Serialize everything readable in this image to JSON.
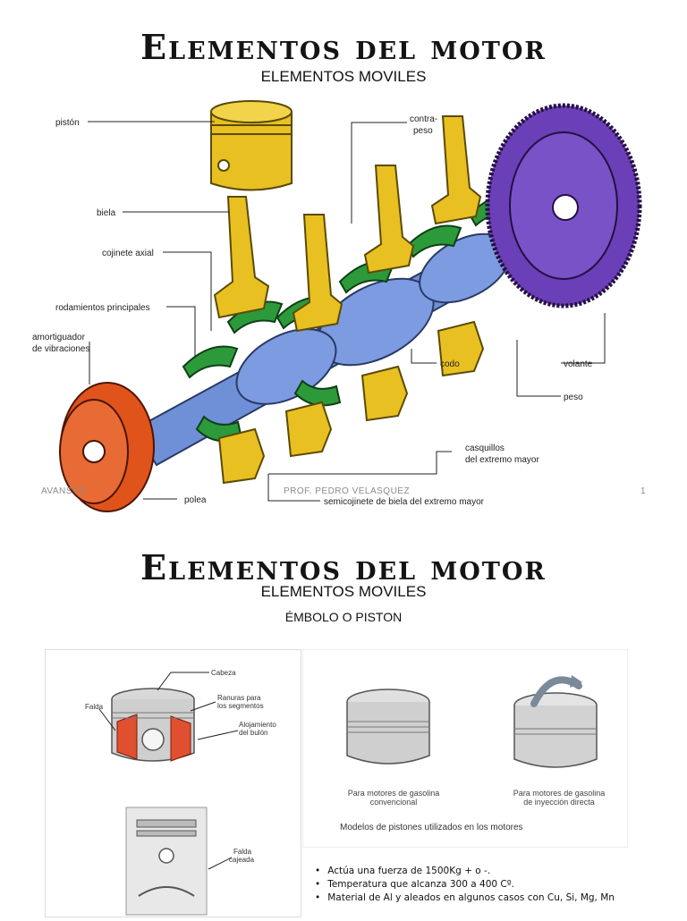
{
  "slide1": {
    "title": "Elementos del motor",
    "subtitle": "ELEMENTOS MOVILES",
    "labels": {
      "piston": "pistón",
      "biela": "biela",
      "cojinete_axial": "cojinete axial",
      "rodamientos": "rodamientos principales",
      "amortiguador_1": "amortiguador",
      "amortiguador_2": "de vibraciones",
      "contrapeso_1": "contra-",
      "contrapeso_2": "peso",
      "codo": "codo",
      "volante": "volante",
      "peso": "peso",
      "casquillos_1": "casquillos",
      "casquillos_2": "del extremo mayor",
      "polea": "polea",
      "semicojinete": "semicojinete de biela del extremo mayor"
    },
    "footer": {
      "left": "AVANSYS",
      "center": "PROF. PEDRO VELASQUEZ",
      "page": "1"
    },
    "colors": {
      "piston": "#e8c021",
      "crankshaft": "#6f8fd6",
      "bearings": "#2c9a3a",
      "pulley": "#e0531b",
      "flywheel": "#6a3fb8"
    }
  },
  "slide2": {
    "title": "Elementos del motor",
    "subtitle": "ELEMENTOS MOVILES",
    "heading": "ÉMBOLO O PISTON",
    "labels": {
      "cabeza": "Cabeza",
      "ranuras_1": "Ranuras para",
      "ranuras_2": "los segmentos",
      "alojamiento_1": "Alojamiento",
      "alojamiento_2": "del bulón",
      "falda": "Falda",
      "falda_cajeada_1": "Falda",
      "falda_cajeada_2": "cajeada"
    },
    "captions": {
      "conv_1": "Para motores de gasolina",
      "conv_2": "convencional",
      "iny_1": "Para motores de gasolina",
      "iny_2": "de inyección directa",
      "models": "Modelos de pistones utilizados en los motores"
    },
    "bullets": [
      "Actúa una fuerza de 1500Kg + o -.",
      "Temperatura que alcanza 300 a 400 Cº.",
      "Material de Al y aleados en algunos casos con Cu, Si, Mg, Mn"
    ]
  }
}
